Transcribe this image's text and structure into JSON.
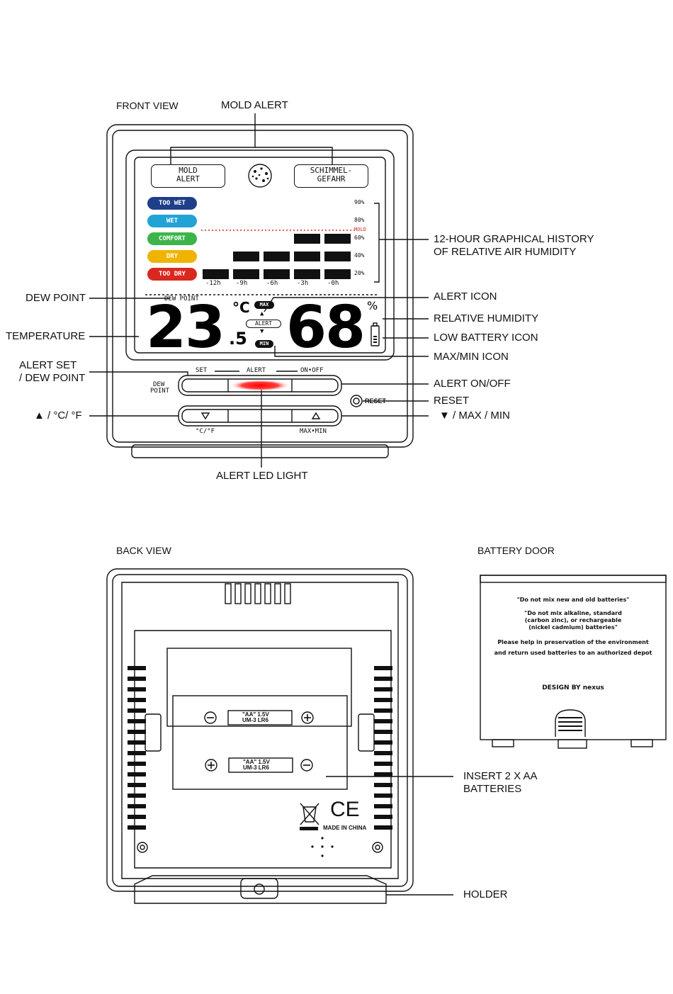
{
  "headings": {
    "front_view": "FRONT VIEW",
    "back_view": "BACK VIEW",
    "battery_door": "BATTERY DOOR"
  },
  "callouts": {
    "mold_alert": "MOLD ALERT",
    "history_line1": "12-HOUR GRAPHICAL HISTORY",
    "history_line2": "OF RELATIVE AIR HUMIDITY",
    "dew_point": "DEW POINT",
    "temperature": "TEMPERATURE",
    "alert_icon": "ALERT ICON",
    "relative_humidity": "RELATIVE HUMIDITY",
    "low_battery_icon": "LOW BATTERY ICON",
    "max_min_icon": "MAX/MIN ICON",
    "alert_set_line1": "ALERT SET",
    "alert_set_line2": "/ DEW POINT",
    "alert_on_off": "ALERT ON/OFF",
    "reset": "RESET",
    "up_unit": "▲ / °C/ °F",
    "down_maxmin": "▼ / MAX / MIN",
    "alert_led_light": "ALERT LED LIGHT",
    "insert_batteries_line1": "INSERT 2 X AA",
    "insert_batteries_line2": "BATTERIES",
    "holder": "HOLDER"
  },
  "display": {
    "mold_alert_tag_line1": "MOLD",
    "mold_alert_tag_line2": "ALERT",
    "schimmel_tag_line1": "SCHIMMEL-",
    "schimmel_tag_line2": "GEFAHR",
    "levels": [
      {
        "label": "TOO WET",
        "color": "#1f3f8a"
      },
      {
        "label": "WET",
        "color": "#22a3d6"
      },
      {
        "label": "COMFORT",
        "color": "#3cb44a"
      },
      {
        "label": "DRY",
        "color": "#f0b400"
      },
      {
        "label": "TOO DRY",
        "color": "#d9281e"
      }
    ],
    "percent_scale": [
      "90%",
      "80%",
      "60%",
      "40%",
      "20%"
    ],
    "mold_threshold_label": "MOLD",
    "time_axis": [
      "-12h",
      "-9h",
      "-6h",
      "-3h",
      "-0h"
    ],
    "history_bar_heights": [
      1,
      2,
      2,
      3,
      3
    ],
    "dew_point_label": "DEW POINT",
    "temperature_value": "23",
    "temperature_decimal": ".5",
    "temperature_unit": "°C",
    "humidity_value": "68",
    "humidity_unit": "%",
    "max_label": "MAX",
    "alert_label": "ALERT",
    "min_label": "MIN",
    "dew_point_side_label_line1": "DEW",
    "dew_point_side_label_line2": "POINT"
  },
  "buttons": {
    "set_label": "SET",
    "alert_label": "ALERT",
    "on_off_label": "ON•OFF",
    "reset_label": "RESET",
    "unit_label": "°C/°F",
    "maxmin_label": "MAX•MIN",
    "led_color": "#ff1a1a"
  },
  "back": {
    "battery1_line1": "\"AA\"   1.5V",
    "battery1_line2": "UM-3   LR6",
    "battery2_line1": "\"AA\"   1.5V",
    "battery2_line2": "UM-3   LR6",
    "made_in": "MADE IN CHINA",
    "ce_mark": "CE"
  },
  "door": {
    "line1": "\"Do not mix new and old batteries\"",
    "line2": "\"Do not mix alkaline, standard",
    "line3": "(carbon zinc), or rechargeable",
    "line4": "(nickel cadmium) batteries\"",
    "line5": "Please help in preservation of the environment",
    "line6": "and return used batteries to an authorized depot",
    "design_by": "DESIGN BY nexus"
  }
}
